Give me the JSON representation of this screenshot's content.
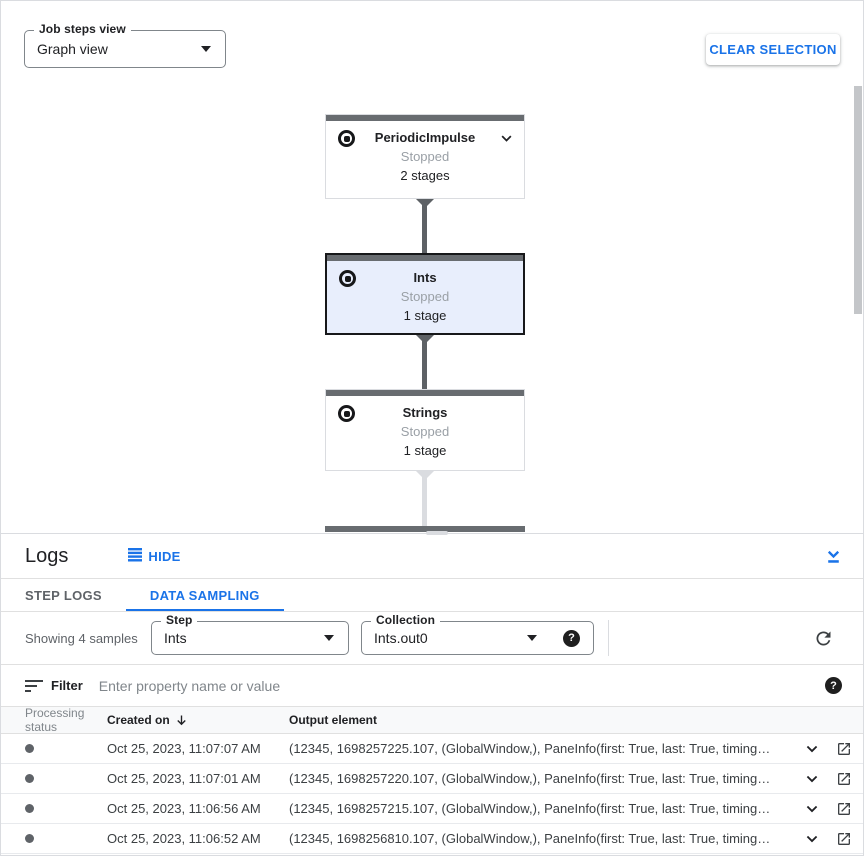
{
  "header": {
    "job_steps_view": {
      "label": "Job steps view",
      "value": "Graph view"
    },
    "clear_selection_label": "CLEAR SELECTION"
  },
  "graph": {
    "nodes": [
      {
        "title": "PeriodicImpulse",
        "status": "Stopped",
        "stages": "2 stages",
        "selected": false,
        "expandable": true
      },
      {
        "title": "Ints",
        "status": "Stopped",
        "stages": "1 stage",
        "selected": true,
        "expandable": false
      },
      {
        "title": "Strings",
        "status": "Stopped",
        "stages": "1 stage",
        "selected": false,
        "expandable": false
      }
    ]
  },
  "logs": {
    "title": "Logs",
    "hide_label": "HIDE",
    "tabs": [
      {
        "label": "STEP LOGS",
        "active": false
      },
      {
        "label": "DATA SAMPLING",
        "active": true
      }
    ],
    "sampling": {
      "showing": "Showing 4 samples",
      "step_label": "Step",
      "step_value": "Ints",
      "collection_label": "Collection",
      "collection_value": "Ints.out0"
    },
    "filter": {
      "label": "Filter",
      "placeholder": "Enter property name or value"
    },
    "table": {
      "columns": [
        "Processing status",
        "Created on",
        "Output element"
      ],
      "rows": [
        {
          "created_on": "Oct 25, 2023, 11:07:07 AM",
          "output_element": "(12345, 1698257225.107, (GlobalWindow,), PaneInfo(first: True, last: True, timing…"
        },
        {
          "created_on": "Oct 25, 2023, 11:07:01 AM",
          "output_element": "(12345, 1698257220.107, (GlobalWindow,), PaneInfo(first: True, last: True, timing…"
        },
        {
          "created_on": "Oct 25, 2023, 11:06:56 AM",
          "output_element": "(12345, 1698257215.107, (GlobalWindow,), PaneInfo(first: True, last: True, timing…"
        },
        {
          "created_on": "Oct 25, 2023, 11:06:52 AM",
          "output_element": "(12345, 1698256810.107, (GlobalWindow,), PaneInfo(first: True, last: True, timing…"
        }
      ]
    }
  },
  "help_glyph": "?",
  "colors": {
    "accent_blue": "#1a73e8",
    "node_topbar": "#686c70",
    "node_selected_bg": "#e8eefc",
    "stopped_text": "#9aa0a6",
    "edge_dark": "#5d6165",
    "edge_light": "#dadce0",
    "divider": "#e0e0e0",
    "table_head_bg": "#f8f9fa"
  },
  "icons": {
    "stop_circle": "circle-ring-with-square",
    "expand_more": "chevron-down",
    "hide_lines": "four-horizontal-lines",
    "collapse_panel": "chevron-down-over-line",
    "dropdown_caret": "filled-triangle-down",
    "help": "black-circle-question-mark",
    "refresh": "circular-arrow",
    "filter_list": "three-decreasing-lines",
    "sort_desc": "arrow-down",
    "open_in_new": "square-with-arrow"
  }
}
